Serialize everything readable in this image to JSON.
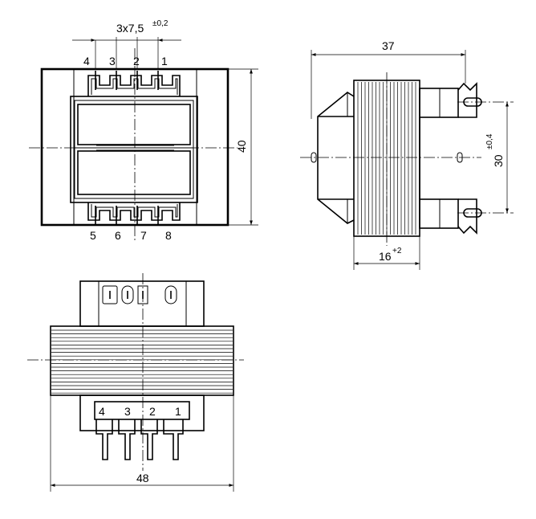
{
  "front_view": {
    "pin_pitch": "3x7,5",
    "pin_pitch_tol": "±0,2",
    "top_pins": [
      "4",
      "3",
      "2",
      "1"
    ],
    "bottom_pins": [
      "5",
      "6",
      "7",
      "8"
    ],
    "height_dim": "40"
  },
  "side_view": {
    "length_dim": "37",
    "pin_span_dim": "30",
    "pin_span_tol": "±0,4",
    "core_width_dim": "16",
    "core_width_tol": "+2"
  },
  "bottom_view": {
    "pins": [
      "4",
      "3",
      "2",
      "1"
    ],
    "width_dim": "48"
  }
}
